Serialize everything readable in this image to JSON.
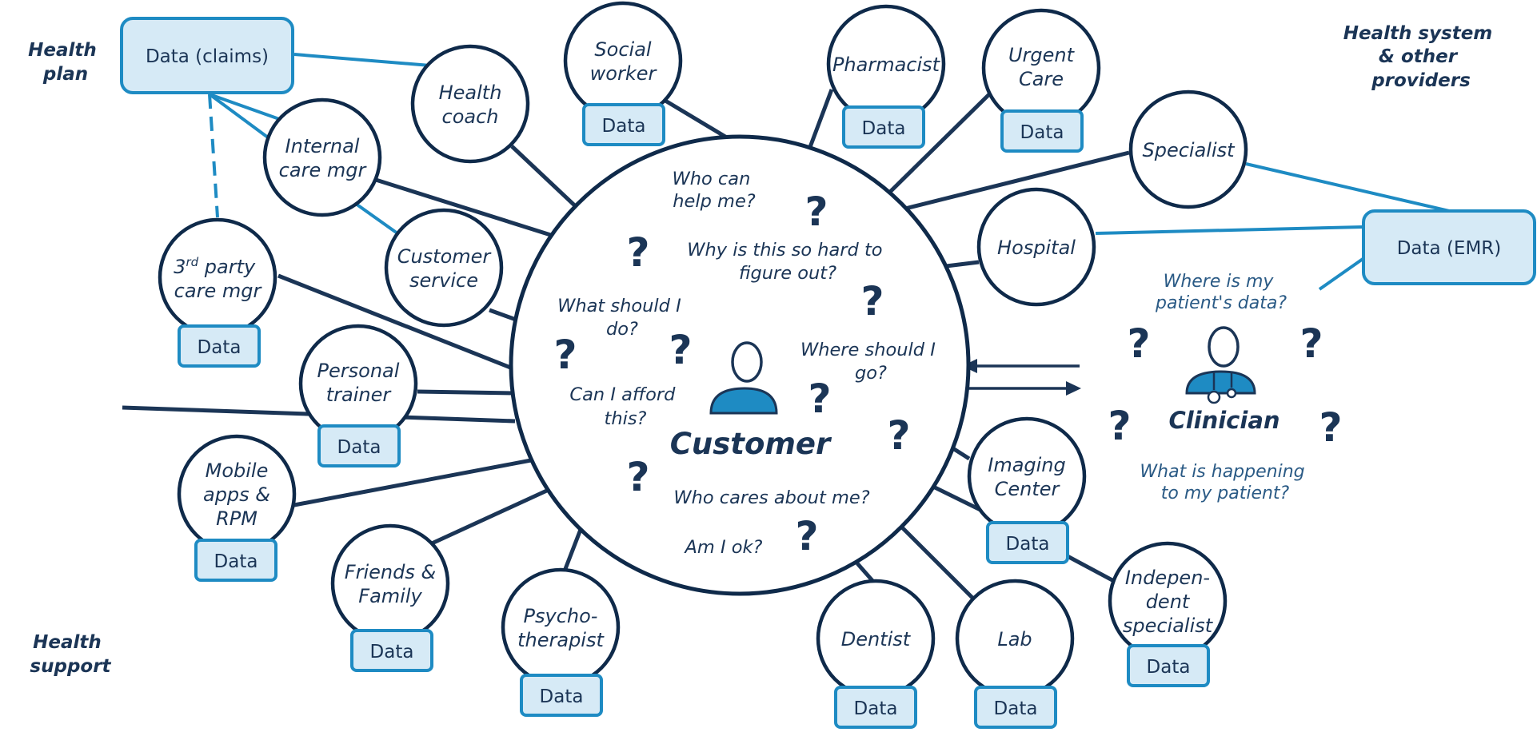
{
  "sections": {
    "health_plan": [
      "Health",
      "plan"
    ],
    "health_system": [
      "Health system",
      "& other",
      "providers"
    ],
    "health_support": [
      "Health",
      "support"
    ]
  },
  "hub": {
    "title": "Customer",
    "questions": {
      "q1": [
        "Who can",
        "help me?"
      ],
      "q2": [
        "Why is this so hard to",
        "figure out?"
      ],
      "q3": [
        "What should I",
        "do?"
      ],
      "q4": [
        "Where should I",
        "go?"
      ],
      "q5": [
        "Can I afford",
        "this?"
      ],
      "q6": [
        "Who cares about me?"
      ],
      "q7": [
        "Am I ok?"
      ]
    },
    "mark": "?"
  },
  "clinician": {
    "title": "Clinician",
    "q_top": [
      "Where is my",
      "patient's data?"
    ],
    "q_bottom": [
      "What is happening",
      "to my patient?"
    ]
  },
  "data_label": "Data",
  "claims_label": "Data (claims)",
  "emr_label": "Data (EMR)",
  "nodes": {
    "health_coach": [
      "Health",
      "coach"
    ],
    "internal_care_mgr": [
      "Internal",
      "care mgr"
    ],
    "third_party": {
      "num": "3",
      "sup": "rd",
      "rest": " party",
      "line2": "care mgr"
    },
    "customer_service": [
      "Customer",
      "service"
    ],
    "personal_trainer": [
      "Personal",
      "trainer"
    ],
    "mobile_apps": [
      "Mobile",
      "apps &",
      "RPM"
    ],
    "friends_family": [
      "Friends &",
      "Family"
    ],
    "psychotherapist": [
      "Psycho-",
      "therapist"
    ],
    "social_worker": [
      "Social",
      "worker"
    ],
    "pharmacist": [
      "Pharmacist"
    ],
    "urgent_care": [
      "Urgent",
      "Care"
    ],
    "specialist": [
      "Specialist"
    ],
    "hospital": [
      "Hospital"
    ],
    "imaging_center": [
      "Imaging",
      "Center"
    ],
    "independent_specialist": [
      "Indepen-",
      "dent",
      "specialist"
    ],
    "dentist": [
      "Dentist"
    ],
    "lab": [
      "Lab"
    ]
  }
}
